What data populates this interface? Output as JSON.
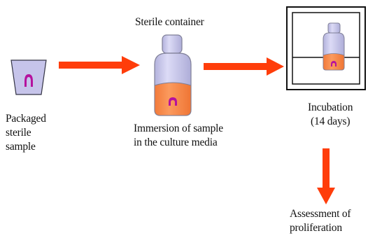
{
  "labels": {
    "sterile_container": "Sterile container",
    "packaged_sample": [
      "Packaged",
      "sterile",
      "sample"
    ],
    "immersion": [
      "Immersion of sample",
      "in the culture media"
    ],
    "incubation": [
      "Incubation",
      "(14 days)"
    ],
    "assessment": [
      "Assessment of",
      "proliferation"
    ]
  },
  "colors": {
    "arrow": "#ff3d0a",
    "media": "#f98747",
    "glass": "#c9c8ec",
    "glass_stroke": "#7f7f97",
    "sample": "#b5129e",
    "cup": "#c6c4ea"
  }
}
